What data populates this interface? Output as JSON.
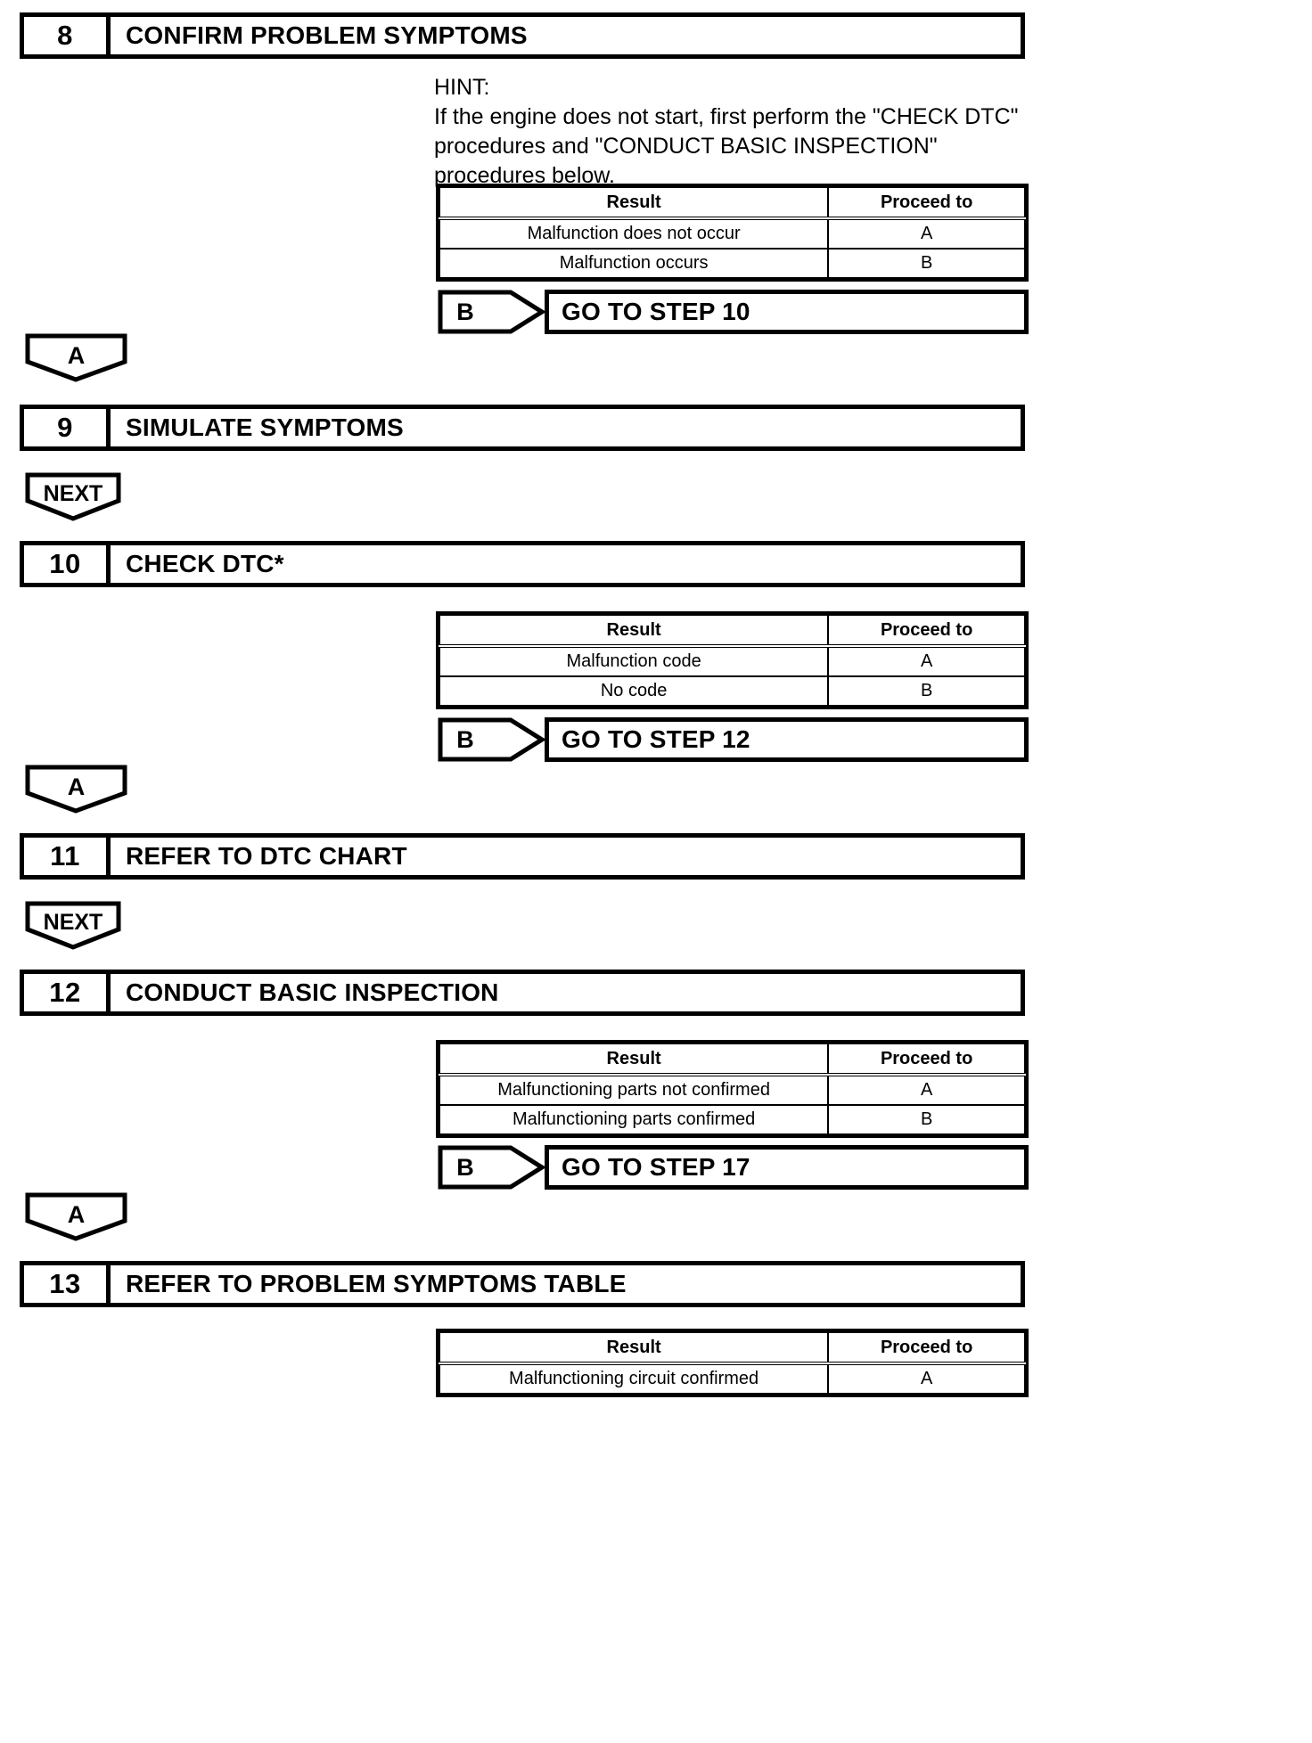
{
  "document": {
    "type": "diagnostic-troubleshooting-flowchart",
    "table_headers": {
      "result": "Result",
      "proceed_to": "Proceed to"
    }
  },
  "steps": [
    {
      "number": "8",
      "title": "CONFIRM PROBLEM SYMPTOMS",
      "hint": "HINT:\nIf the engine does not start, first perform the \"CHECK DTC\"\nprocedures and \"CONDUCT BASIC INSPECTION\"\nprocedures below.",
      "table": {
        "header_result": "Result",
        "header_proceed": "Proceed to",
        "rows": [
          {
            "result": "Malfunction does not occur",
            "proceed": "A"
          },
          {
            "result": "Malfunction occurs",
            "proceed": "B"
          }
        ]
      },
      "branch": {
        "label": "B",
        "target": "GO TO STEP 10"
      },
      "connector": "A"
    },
    {
      "number": "9",
      "title": "SIMULATE SYMPTOMS",
      "connector": "NEXT"
    },
    {
      "number": "10",
      "title": "CHECK DTC*",
      "table": {
        "header_result": "Result",
        "header_proceed": "Proceed to",
        "rows": [
          {
            "result": "Malfunction code",
            "proceed": "A"
          },
          {
            "result": "No code",
            "proceed": "B"
          }
        ]
      },
      "branch": {
        "label": "B",
        "target": "GO TO STEP 12"
      },
      "connector": "A"
    },
    {
      "number": "11",
      "title": "REFER TO DTC CHART",
      "connector": "NEXT"
    },
    {
      "number": "12",
      "title": "CONDUCT BASIC INSPECTION",
      "table": {
        "header_result": "Result",
        "header_proceed": "Proceed to",
        "rows": [
          {
            "result": "Malfunctioning parts not confirmed",
            "proceed": "A"
          },
          {
            "result": "Malfunctioning parts confirmed",
            "proceed": "B"
          }
        ]
      },
      "branch": {
        "label": "B",
        "target": "GO TO STEP 17"
      },
      "connector": "A"
    },
    {
      "number": "13",
      "title": "REFER TO PROBLEM SYMPTOMS TABLE",
      "table": {
        "header_result": "Result",
        "header_proceed": "Proceed to",
        "rows": [
          {
            "result": "Malfunctioning circuit confirmed",
            "proceed": "A"
          }
        ]
      }
    }
  ]
}
